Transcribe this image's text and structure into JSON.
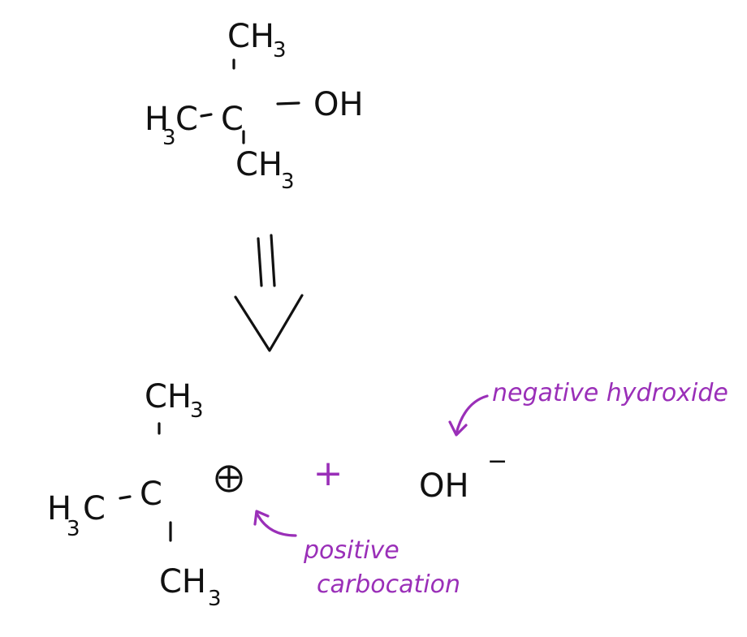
{
  "reactant": {
    "top_group": "CH",
    "top_sub": "3",
    "left_group": "H",
    "left_sub": "3",
    "left_c": "C",
    "center": "C",
    "right_group": "OH",
    "bottom_group": "CH",
    "bottom_sub": "3"
  },
  "product": {
    "top_group": "CH",
    "top_sub": "3",
    "left_group": "H",
    "left_sub": "3",
    "left_c": "C",
    "center": "C",
    "charge": "+",
    "bottom_group": "CH",
    "bottom_sub": "3"
  },
  "plus": "+",
  "hydroxide": {
    "formula": "OH",
    "charge": "−"
  },
  "annotations": {
    "negative_hydroxide": "negative hydroxide",
    "positive_line1": "positive",
    "positive_line2": "carbocation"
  },
  "colors": {
    "ink": "#111111",
    "annotation": "#9a2fb8"
  }
}
